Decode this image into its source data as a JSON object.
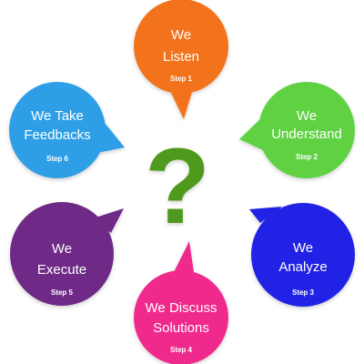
{
  "center": {
    "symbol": "?",
    "color": "#4f9a1e",
    "icon": "question-mark-icon"
  },
  "steps": [
    {
      "id": "step-1",
      "title_lines": [
        "We",
        "Listen"
      ],
      "step_label": "Step 1",
      "color": "#f2731d"
    },
    {
      "id": "step-2",
      "title_lines": [
        "We",
        "Understand"
      ],
      "step_label": "Step 2",
      "color": "#5ed142"
    },
    {
      "id": "step-3",
      "title_lines": [
        "We",
        "Analyze"
      ],
      "step_label": "Step 3",
      "color": "#2222e6"
    },
    {
      "id": "step-4",
      "title_lines": [
        "We Discuss",
        "Solutions"
      ],
      "step_label": "Step 4",
      "color": "#f0298d"
    },
    {
      "id": "step-5",
      "title_lines": [
        "We",
        "Execute"
      ],
      "step_label": "Step 5",
      "color": "#6e2a86"
    },
    {
      "id": "step-6",
      "title_lines": [
        "We Take",
        "Feedbacks"
      ],
      "step_label": "Step 6",
      "color": "#2f9fe6"
    }
  ]
}
